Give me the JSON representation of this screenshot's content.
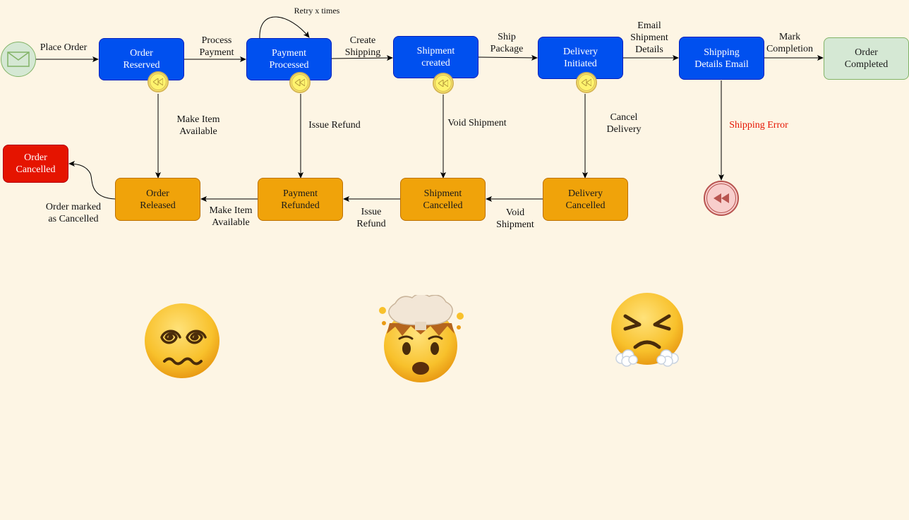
{
  "events": {
    "start_label": "Place Order",
    "retry_label": "Retry x times"
  },
  "tasks": {
    "order_reserved": "Order\nReserved",
    "payment_processed": "Payment\nProcessed",
    "shipment_created": "Shipment\ncreated",
    "delivery_initiated": "Delivery\nInitiated",
    "shipping_details_email": "Shipping\nDetails Email",
    "order_completed": "Order\nCompleted",
    "order_cancelled": "Order\nCancelled",
    "order_released": "Order\nReleased",
    "payment_refunded": "Payment\nRefunded",
    "shipment_cancelled": "Shipment\nCancelled",
    "delivery_cancelled": "Delivery\nCancelled"
  },
  "flow_labels": {
    "process_payment": "Process\nPayment",
    "create_shipping": "Create\nShipping",
    "ship_package": "Ship\nPackage",
    "email_shipment_details": "Email\nShipment\nDetails",
    "mark_completion": "Mark\nCompletion",
    "make_item_available_down": "Make Item\nAvailable",
    "issue_refund_down": "Issue Refund",
    "void_shipment_down": "Void Shipment",
    "cancel_delivery": "Cancel\nDelivery",
    "shipping_error": "Shipping Error",
    "order_marked_cancelled": "Order marked\nas Cancelled",
    "make_item_available_back": "Make Item\nAvailable",
    "issue_refund_back": "Issue\nRefund",
    "void_shipment_back": "Void\nShipment"
  },
  "icons": {
    "start": "envelope-icon",
    "compensation": "rewind-icon",
    "error_end": "rewind-icon"
  },
  "emojis": [
    "dizzy-face-emoji",
    "exploding-head-emoji",
    "steam-from-nose-emoji"
  ],
  "colors": {
    "background": "#fdf5e4",
    "task_blue": "#0050ef",
    "task_orange": "#f0a30a",
    "task_green": "#d5e8d4",
    "task_red": "#e51400",
    "error_text": "#e51400"
  }
}
